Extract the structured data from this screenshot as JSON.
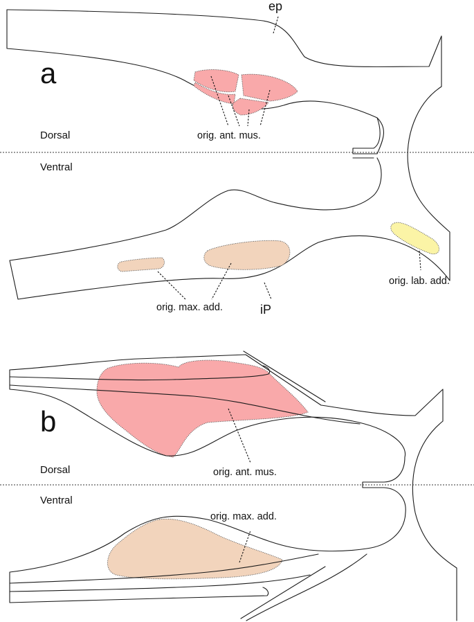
{
  "colors": {
    "antMus": "#f9a9aa",
    "maxAdd": "#f2d4bc",
    "labAdd": "#fbf4a6",
    "line": "#1a1a1a",
    "background": "#ffffff"
  },
  "panelA": {
    "letter": "a",
    "dorsal": "Dorsal",
    "ventral": "Ventral",
    "labels": {
      "ep": "ep",
      "origAntMus": "orig. ant. mus.",
      "origMaxAdd": "orig. max. add.",
      "iP": "iP",
      "origLabAdd": "orig. lab. add."
    }
  },
  "panelB": {
    "letter": "b",
    "dorsal": "Dorsal",
    "ventral": "Ventral",
    "labels": {
      "origAntMus": "orig. ant. mus.",
      "origMaxAdd": "orig. max. add."
    }
  }
}
